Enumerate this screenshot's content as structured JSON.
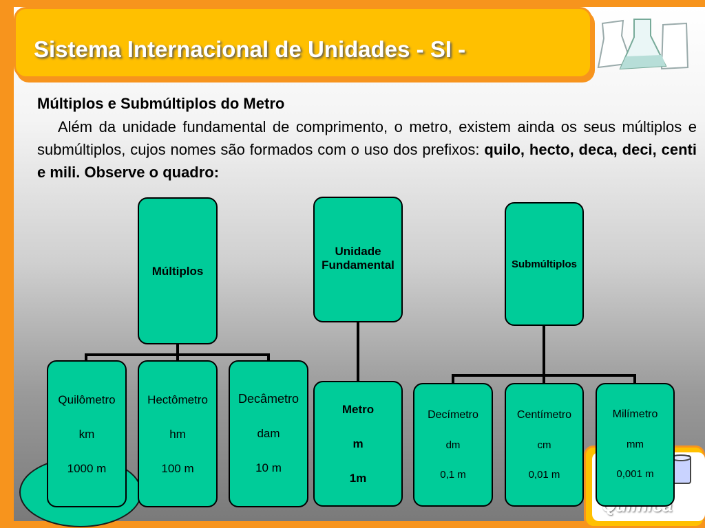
{
  "title": "Sistema Internacional de Unidades - SI -",
  "subheading": "Múltiplos e Submúltiplos do Metro",
  "paragraph": {
    "text": "Além da unidade fundamental de comprimento, o metro, existem ainda os seus múltiplos e submúltiplos, cujos nomes são formados com o uso dos prefixos: ",
    "bold": "quilo, hecto, deca, deci, centi e mili. Observe o quadro:"
  },
  "diagram": {
    "multiplos": "Múltiplos",
    "unidade": [
      "Unidade",
      "Fundamental"
    ],
    "submultiplos": "Submúltiplos",
    "quilometro": {
      "name": "Quilômetro",
      "symbol": "km",
      "value": "1000 m"
    },
    "hectometro": {
      "name": "Hectômetro",
      "symbol": "hm",
      "value": "100 m"
    },
    "decametro": {
      "name": "Decâmetro",
      "symbol": "dam",
      "value": "10 m"
    },
    "metro": {
      "name": "Metro",
      "symbol": "m",
      "value": "1m"
    },
    "decimetro": {
      "name": "Decímetro",
      "symbol": "dm",
      "value": "0,1 m"
    },
    "centimetro": {
      "name": "Centímetro",
      "symbol": "cm",
      "value": "0,01 m"
    },
    "milimetro": {
      "name": "Milímetro",
      "symbol": "mm",
      "value": "0,001 m"
    }
  },
  "corner_label": "Química",
  "colors": {
    "orange": "#f7941d",
    "title_yellow": "#ffc000",
    "node_green": "#00cc99"
  },
  "icons": [
    "flasks-icon",
    "beaker-icon"
  ]
}
